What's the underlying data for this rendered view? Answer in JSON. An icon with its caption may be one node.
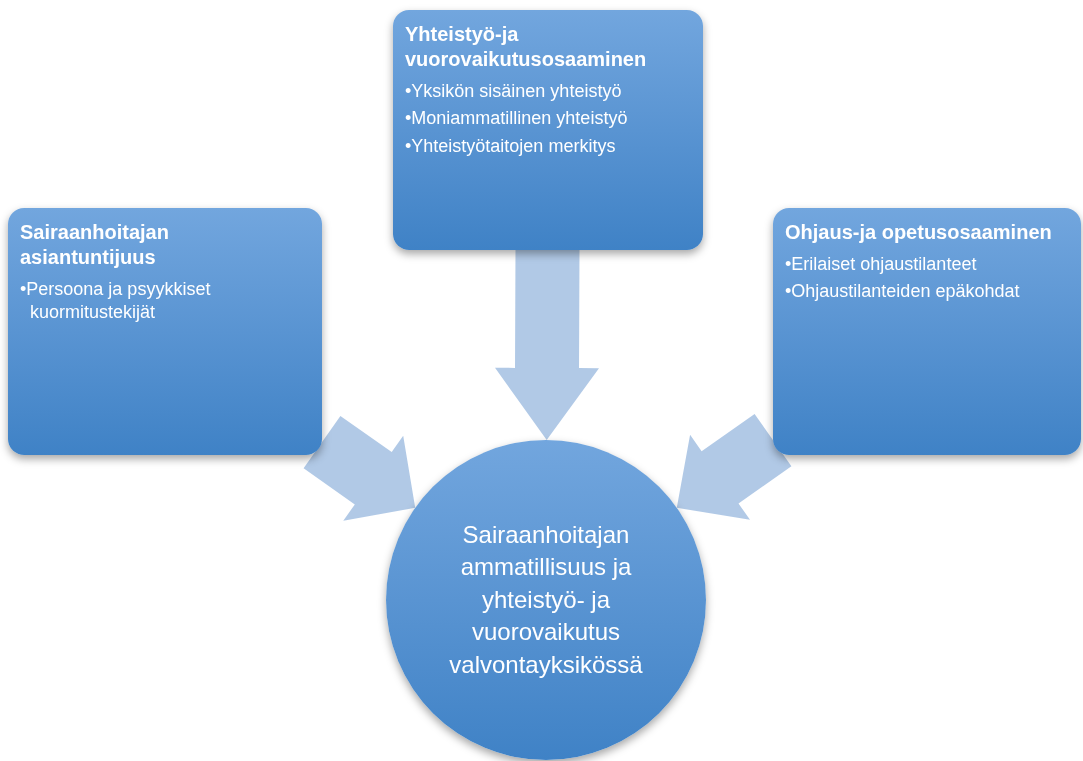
{
  "diagram": {
    "nodes": [
      {
        "text": [
          "Yhteistyö-ja vuorovaikutusosaaminen",
          "•Yksikön sisäinen yhteistyö",
          "•Moniammatillinen yhteistyö",
          "•Yhteistyötaitojen merkitys"
        ]
      },
      {
        "text": [
          "Sairaanhoitajan asiantuntijuus",
          "•Persoona ja psyykkiset kuormitustekijät"
        ]
      },
      {
        "text": [
          "Ohjaus-ja opetusosaaminen",
          "•Erilaiset ohjaustilanteet",
          "•Ohjaustilanteiden epäkohdat"
        ]
      },
      {
        "text": [
          "Sairaanhoitajan ammatillisuus ja yhteistyö- ja vuorovaikutus valvontayksikössä"
        ]
      }
    ],
    "edges": [
      {
        "from": 1,
        "to": 3,
        "arrow": "to"
      },
      {
        "from": 0,
        "to": 3,
        "arrow": "to"
      },
      {
        "from": 2,
        "to": 3,
        "arrow": "to"
      }
    ]
  }
}
